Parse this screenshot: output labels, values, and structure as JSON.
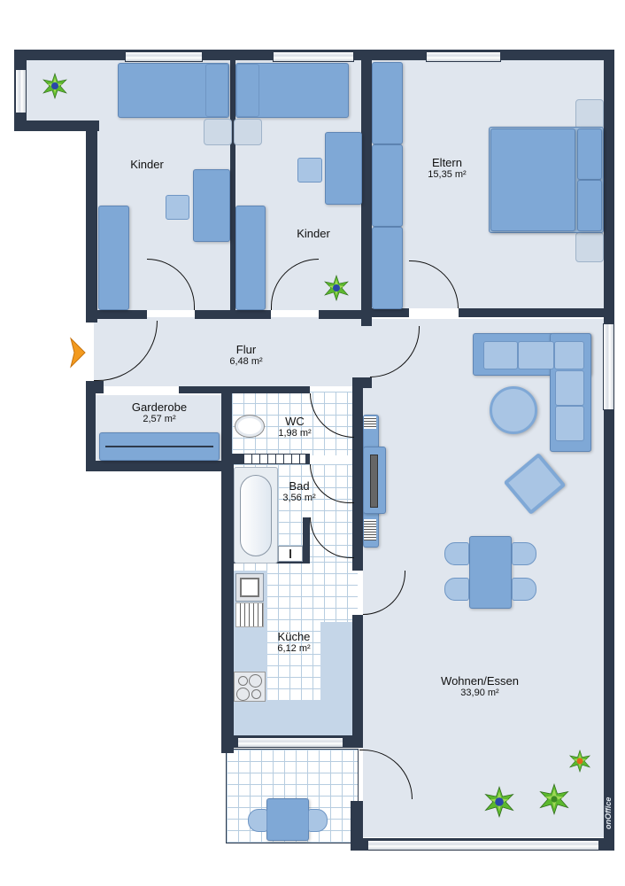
{
  "floorplan": {
    "rooms": [
      {
        "id": "kinder-1",
        "name": "Kinder",
        "area": ""
      },
      {
        "id": "kinder-2",
        "name": "Kinder",
        "area": ""
      },
      {
        "id": "eltern",
        "name": "Eltern",
        "area": "15,35 m²"
      },
      {
        "id": "flur",
        "name": "Flur",
        "area": "6,48 m²"
      },
      {
        "id": "garderobe",
        "name": "Garderobe",
        "area": "2,57 m²"
      },
      {
        "id": "wc",
        "name": "WC",
        "area": "1,98 m²"
      },
      {
        "id": "bad",
        "name": "Bad",
        "area": "3,56 m²"
      },
      {
        "id": "kueche",
        "name": "Küche",
        "area": "6,12 m²"
      },
      {
        "id": "wohnen-essen",
        "name": "Wohnen/Essen",
        "area": "33,90 m²"
      }
    ],
    "entrance_marker": "entrance-arrow",
    "watermark": "onOffice",
    "colors": {
      "wall": "#2e3a4c",
      "floor": "#e0e6ee",
      "furniture": "#7fa8d6",
      "furniture_light": "#a9c5e4",
      "tile_grid": "#b7cde0",
      "entrance_arrow": "#f39a1e",
      "plant_green": "#5cb82e"
    }
  }
}
